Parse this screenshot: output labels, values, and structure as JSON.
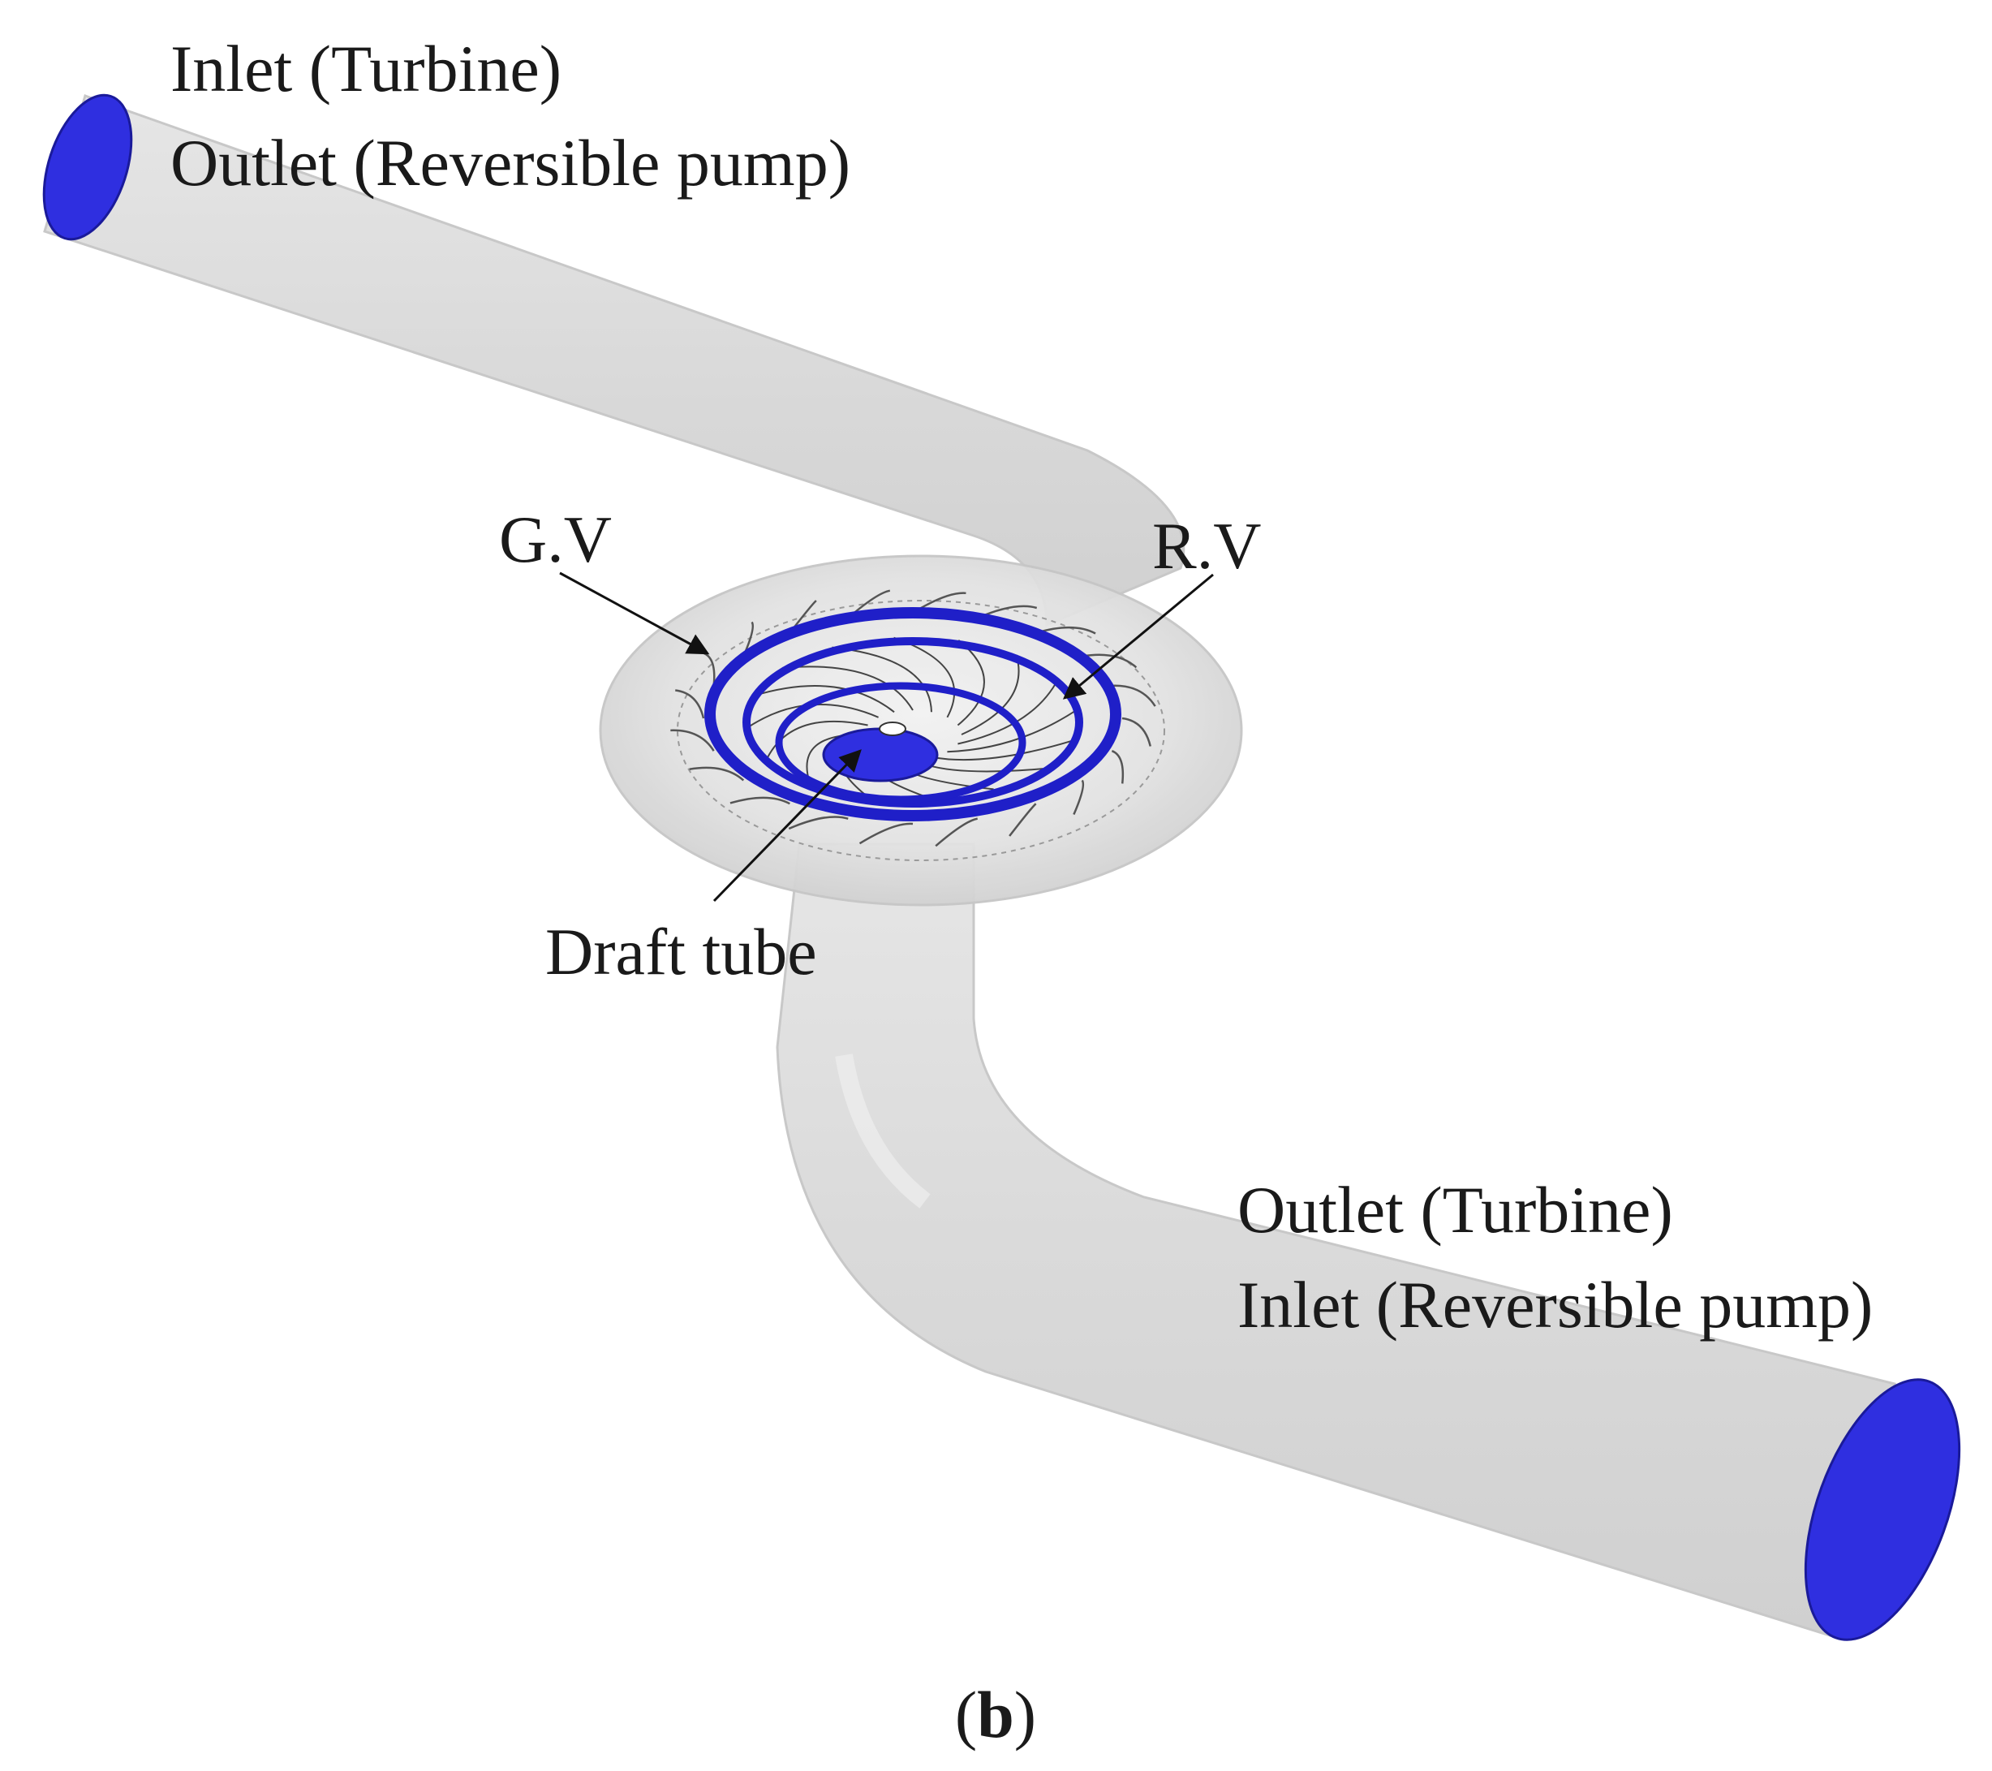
{
  "labels": {
    "upper_port_line1": "Inlet (Turbine)",
    "upper_port_line2": "Outlet (Reversible pump)",
    "guide_vane": "G.V",
    "runner_vane": "R.V",
    "draft_tube": "Draft tube",
    "lower_port_line1": "Outlet (Turbine)",
    "lower_port_line2": "Inlet (Reversible pump)"
  },
  "caption": {
    "open": "(",
    "letter": "b",
    "close": ")"
  },
  "colors": {
    "background": "#ffffff",
    "pipe_fill": "#dcdcdc",
    "pipe_edge": "#c4c4c4",
    "port_face": "#2f2fe0",
    "runner_band": "#1f1fc8",
    "vane_line": "#555555",
    "text": "#1a1a1a"
  }
}
